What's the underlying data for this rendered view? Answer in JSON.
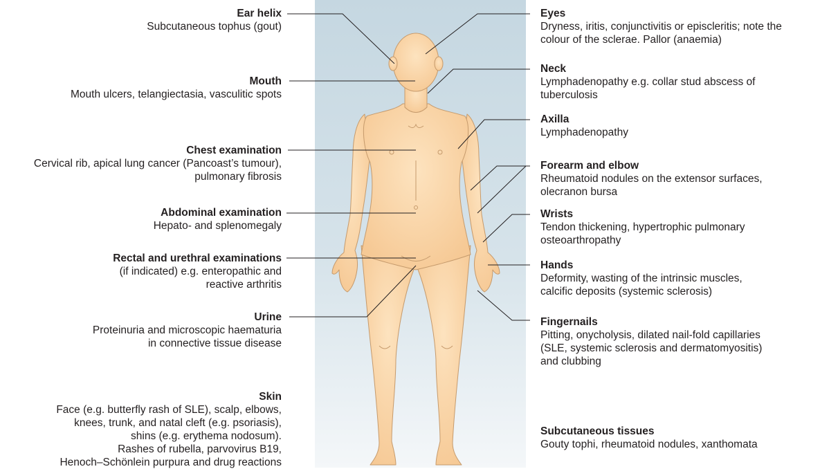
{
  "annotations": {
    "ear_helix": {
      "title": "Ear helix",
      "desc": "Subcutaneous tophus (gout)"
    },
    "mouth": {
      "title": "Mouth",
      "desc": "Mouth ulcers, telangiectasia, vasculitic spots"
    },
    "chest": {
      "title": "Chest examination",
      "desc": "Cervical rib, apical lung cancer (Pancoast’s tumour),\npulmonary fibrosis"
    },
    "abdominal": {
      "title": "Abdominal examination",
      "desc": "Hepato- and splenomegaly"
    },
    "rectal": {
      "title": "Rectal and urethral examinations",
      "desc": "(if indicated) e.g. enteropathic and\nreactive arthritis"
    },
    "urine": {
      "title": "Urine",
      "desc": "Proteinuria and microscopic haematuria\nin connective tissue disease"
    },
    "skin": {
      "title": "Skin",
      "desc": "Face (e.g. butterfly rash of SLE), scalp, elbows,\nknees, trunk, and natal cleft (e.g. psoriasis),\nshins (e.g. erythema nodosum).\nRashes of rubella, parvovirus B19,\nHenoch–Schönlein purpura and drug reactions"
    },
    "eyes": {
      "title": "Eyes",
      "desc": "Dryness, iritis, conjunctivitis or episcleritis; note the\ncolour of the sclerae. Pallor (anaemia)"
    },
    "neck": {
      "title": "Neck",
      "desc": "Lymphadenopathy e.g. collar stud abscess of\ntuberculosis"
    },
    "axilla": {
      "title": "Axilla",
      "desc": "Lymphadenopathy"
    },
    "forearm": {
      "title": "Forearm and elbow",
      "desc": "Rheumatoid nodules on the extensor surfaces,\nolecranon bursa"
    },
    "wrists": {
      "title": "Wrists",
      "desc": "Tendon thickening, hypertrophic pulmonary\nosteoarthropathy"
    },
    "hands": {
      "title": "Hands",
      "desc": "Deformity, wasting of the intrinsic muscles,\ncalcific deposits (systemic sclerosis)"
    },
    "fingernails": {
      "title": "Fingernails",
      "desc": "Pitting, onycholysis, dilated nail-fold capillaries\n(SLE, systemic sclerosis and dermatomyositis)\nand clubbing"
    },
    "subcutaneous": {
      "title": "Subcutaneous tissues",
      "desc": "Gouty tophi, rheumatoid nodules, xanthomata"
    }
  },
  "colors": {
    "panel": "#cfdee6",
    "skin": "#fbd8ac",
    "outline": "#c59a6c",
    "leader": "#231f20"
  }
}
